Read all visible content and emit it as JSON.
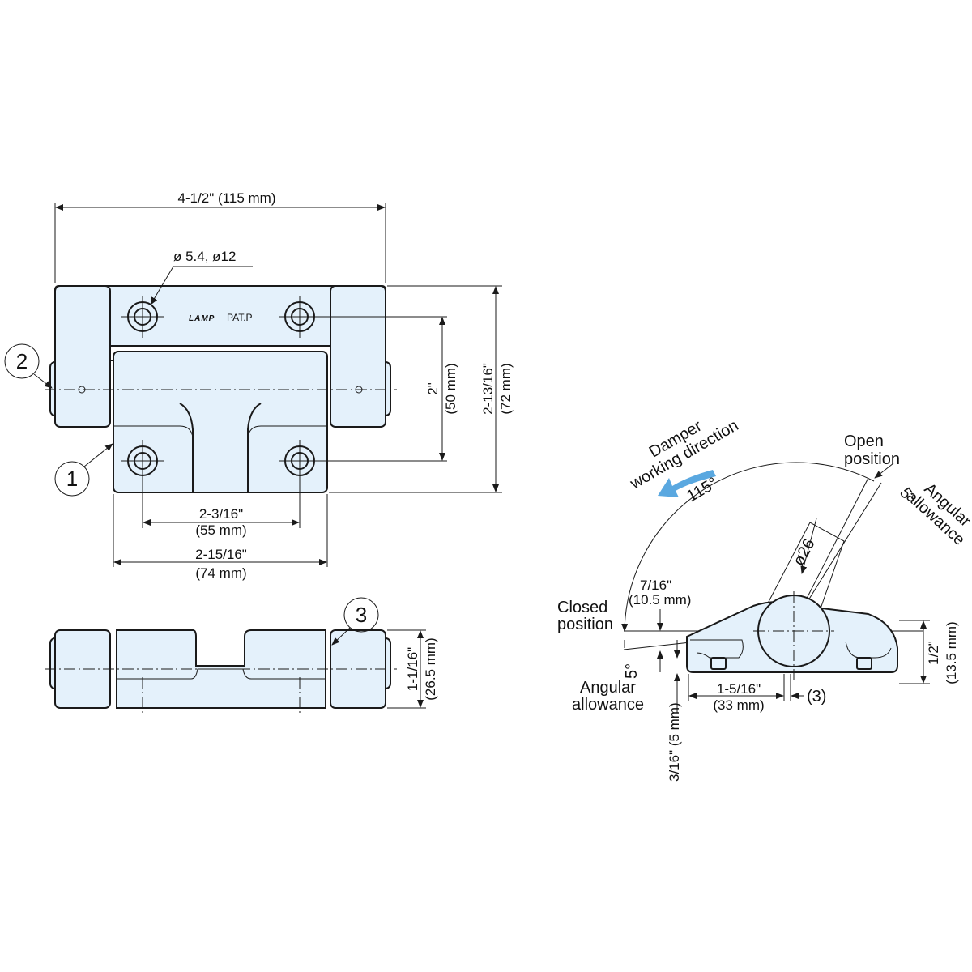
{
  "colors": {
    "part_fill": "#e4f1fb",
    "arrow": "#5aa8e0",
    "ink": "#1a1a1a"
  },
  "plan_view": {
    "width": "4-1/2\" (115 mm)",
    "hole": "ø 5.4,  ø12",
    "mark_brand": "LAMP",
    "mark_patent": "PAT.P",
    "hole_pitch_v_in": "2\"",
    "hole_pitch_v_mm": "(50 mm)",
    "height_in": "2-13/16\"",
    "height_mm": "(72 mm)",
    "hole_pitch_h_in": "2-3/16\"",
    "hole_pitch_h_mm": "(55 mm)",
    "body_width_in": "2-15/16\"",
    "body_width_mm": "(74 mm)",
    "callout_1": "1",
    "callout_2": "2"
  },
  "side_view": {
    "thickness_in": "1-1/16\"",
    "thickness_mm": "(26.5 mm)",
    "callout_3": "3"
  },
  "end_view": {
    "damper_1": "Damper",
    "damper_2": "working direction",
    "open_1": "Open",
    "open_2": "position",
    "angle_range": "115°",
    "five_deg_top": "5°",
    "angular_top_1": "Angular",
    "angular_top_2": "allowance",
    "diameter": "ø26",
    "dim_716_in": "7/16\"",
    "dim_716_mm": "(10.5 mm)",
    "closed_1": "Closed",
    "closed_2": "position",
    "five_deg_bottom": "5°",
    "angular_bot_1": "Angular",
    "angular_bot_2": "allowance",
    "dim_1516_in": "1-5/16\"",
    "dim_1516_mm": "(33 mm)",
    "ref_3": "(3)",
    "dim_316": "3/16\" (5 mm)",
    "dim_12_in": "1/2\"",
    "dim_12_mm": "(13.5 mm)"
  }
}
